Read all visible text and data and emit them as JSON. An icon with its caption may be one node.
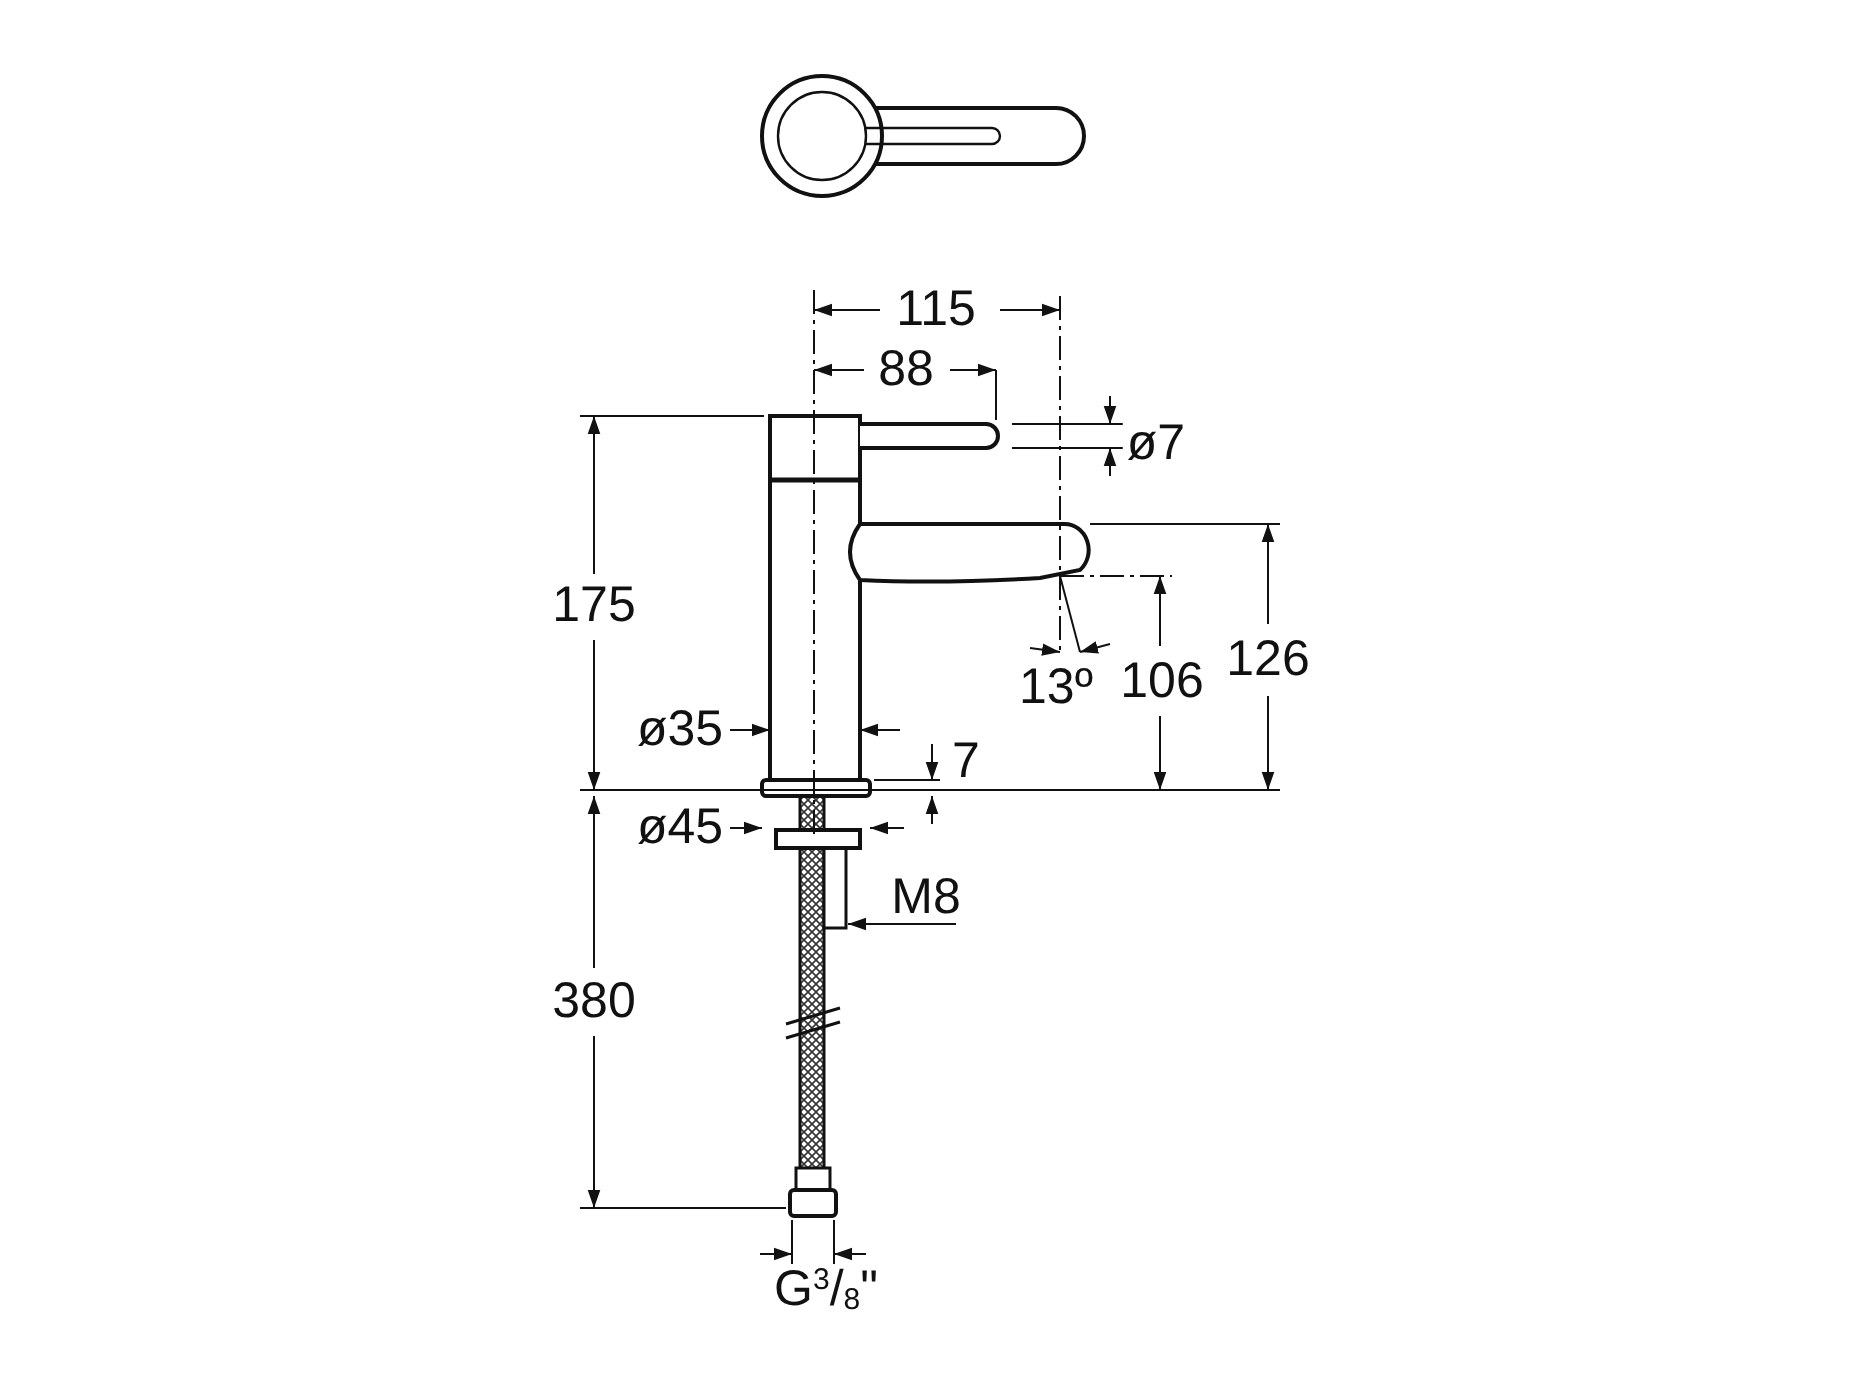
{
  "diagram": {
    "labels": [
      "115",
      "88",
      "ø7",
      "175",
      "126",
      "13º",
      "106",
      "ø35",
      "7",
      "ø45",
      "M8",
      "380",
      "G$^{3}$/$_{8}$\""
    ]
  }
}
